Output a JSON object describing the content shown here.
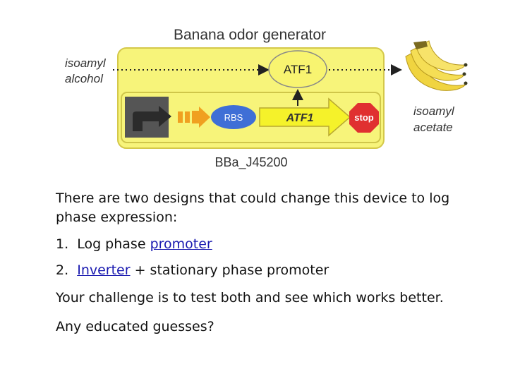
{
  "diagram": {
    "title": "Banana odor generator",
    "input_label": [
      "isoamyl",
      "alcohol"
    ],
    "output_label": [
      "isoamyl",
      "acetate"
    ],
    "enzyme_label": "ATF1",
    "rbs_label": "RBS",
    "gene_label": "ATF1",
    "stop_label": "stop",
    "part_id": "BBa_J45200",
    "colors": {
      "box_fill": "#f7f47a",
      "box_border": "#d4c84a",
      "enzyme_fill": "#f8f470",
      "rbs_fill": "#3f6fd6",
      "gene_fill": "#f5f22a",
      "stop_fill": "#e03030",
      "promoter_fill": "#555555",
      "operator_fill": "#f0a020"
    }
  },
  "text": {
    "intro": [
      "There are two designs that could change this device to log",
      "phase expression:"
    ],
    "item1_prefix": "1.  Log phase ",
    "item1_link": "promoter",
    "item2_prefix": "2.  ",
    "item2_link": "Inverter",
    "item2_suffix": " + stationary phase promoter",
    "challenge": "Your challenge is to test both and see which works better.",
    "question": "Any educated guesses?"
  }
}
